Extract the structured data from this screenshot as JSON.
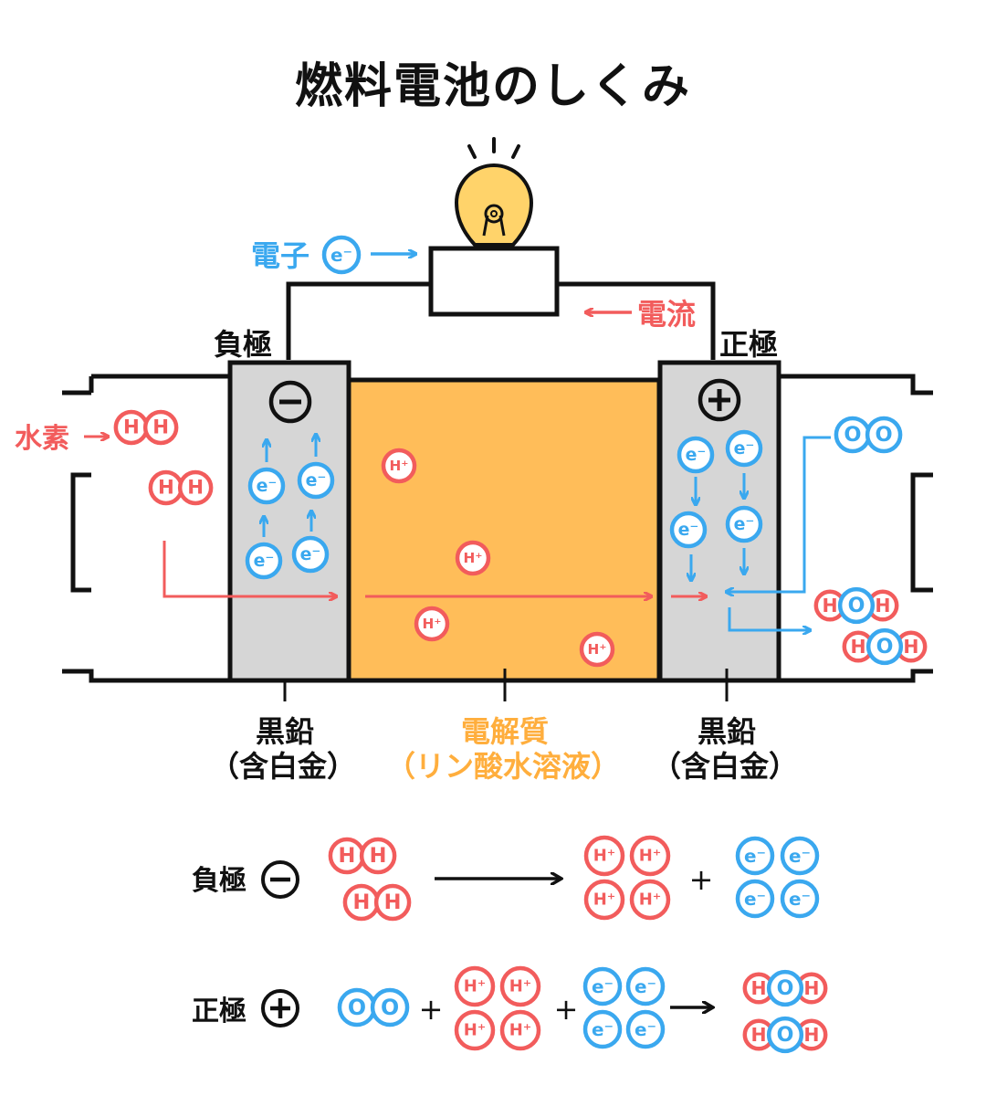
{
  "title": "燃料電池のしくみ",
  "labels": {
    "electron": "電子",
    "current": "電流",
    "anode": "負極",
    "cathode": "正極",
    "hydrogen": "水素",
    "graphite": "黒鉛",
    "platinum": "（含白金）",
    "electrolyte": "電解質",
    "electrolyte_sub": "（リン酸水溶液）"
  },
  "symbols": {
    "minus": "−",
    "plus": "+",
    "hydrogen": "H",
    "oxygen": "O",
    "electron": "e⁻",
    "proton": "H⁺"
  },
  "equations": {
    "anode_label": "負極",
    "cathode_label": "正極",
    "plus_sign": "+"
  },
  "colors": {
    "red": "#f25c5c",
    "blue": "#3aa8ef",
    "electrolyte": "#ffbd59",
    "electrode": "#d6d6d6",
    "bulb": "#ffd36a"
  },
  "icons": [
    "light-bulb-icon",
    "minus-circle-icon",
    "plus-circle-icon",
    "arrow-icon"
  ]
}
